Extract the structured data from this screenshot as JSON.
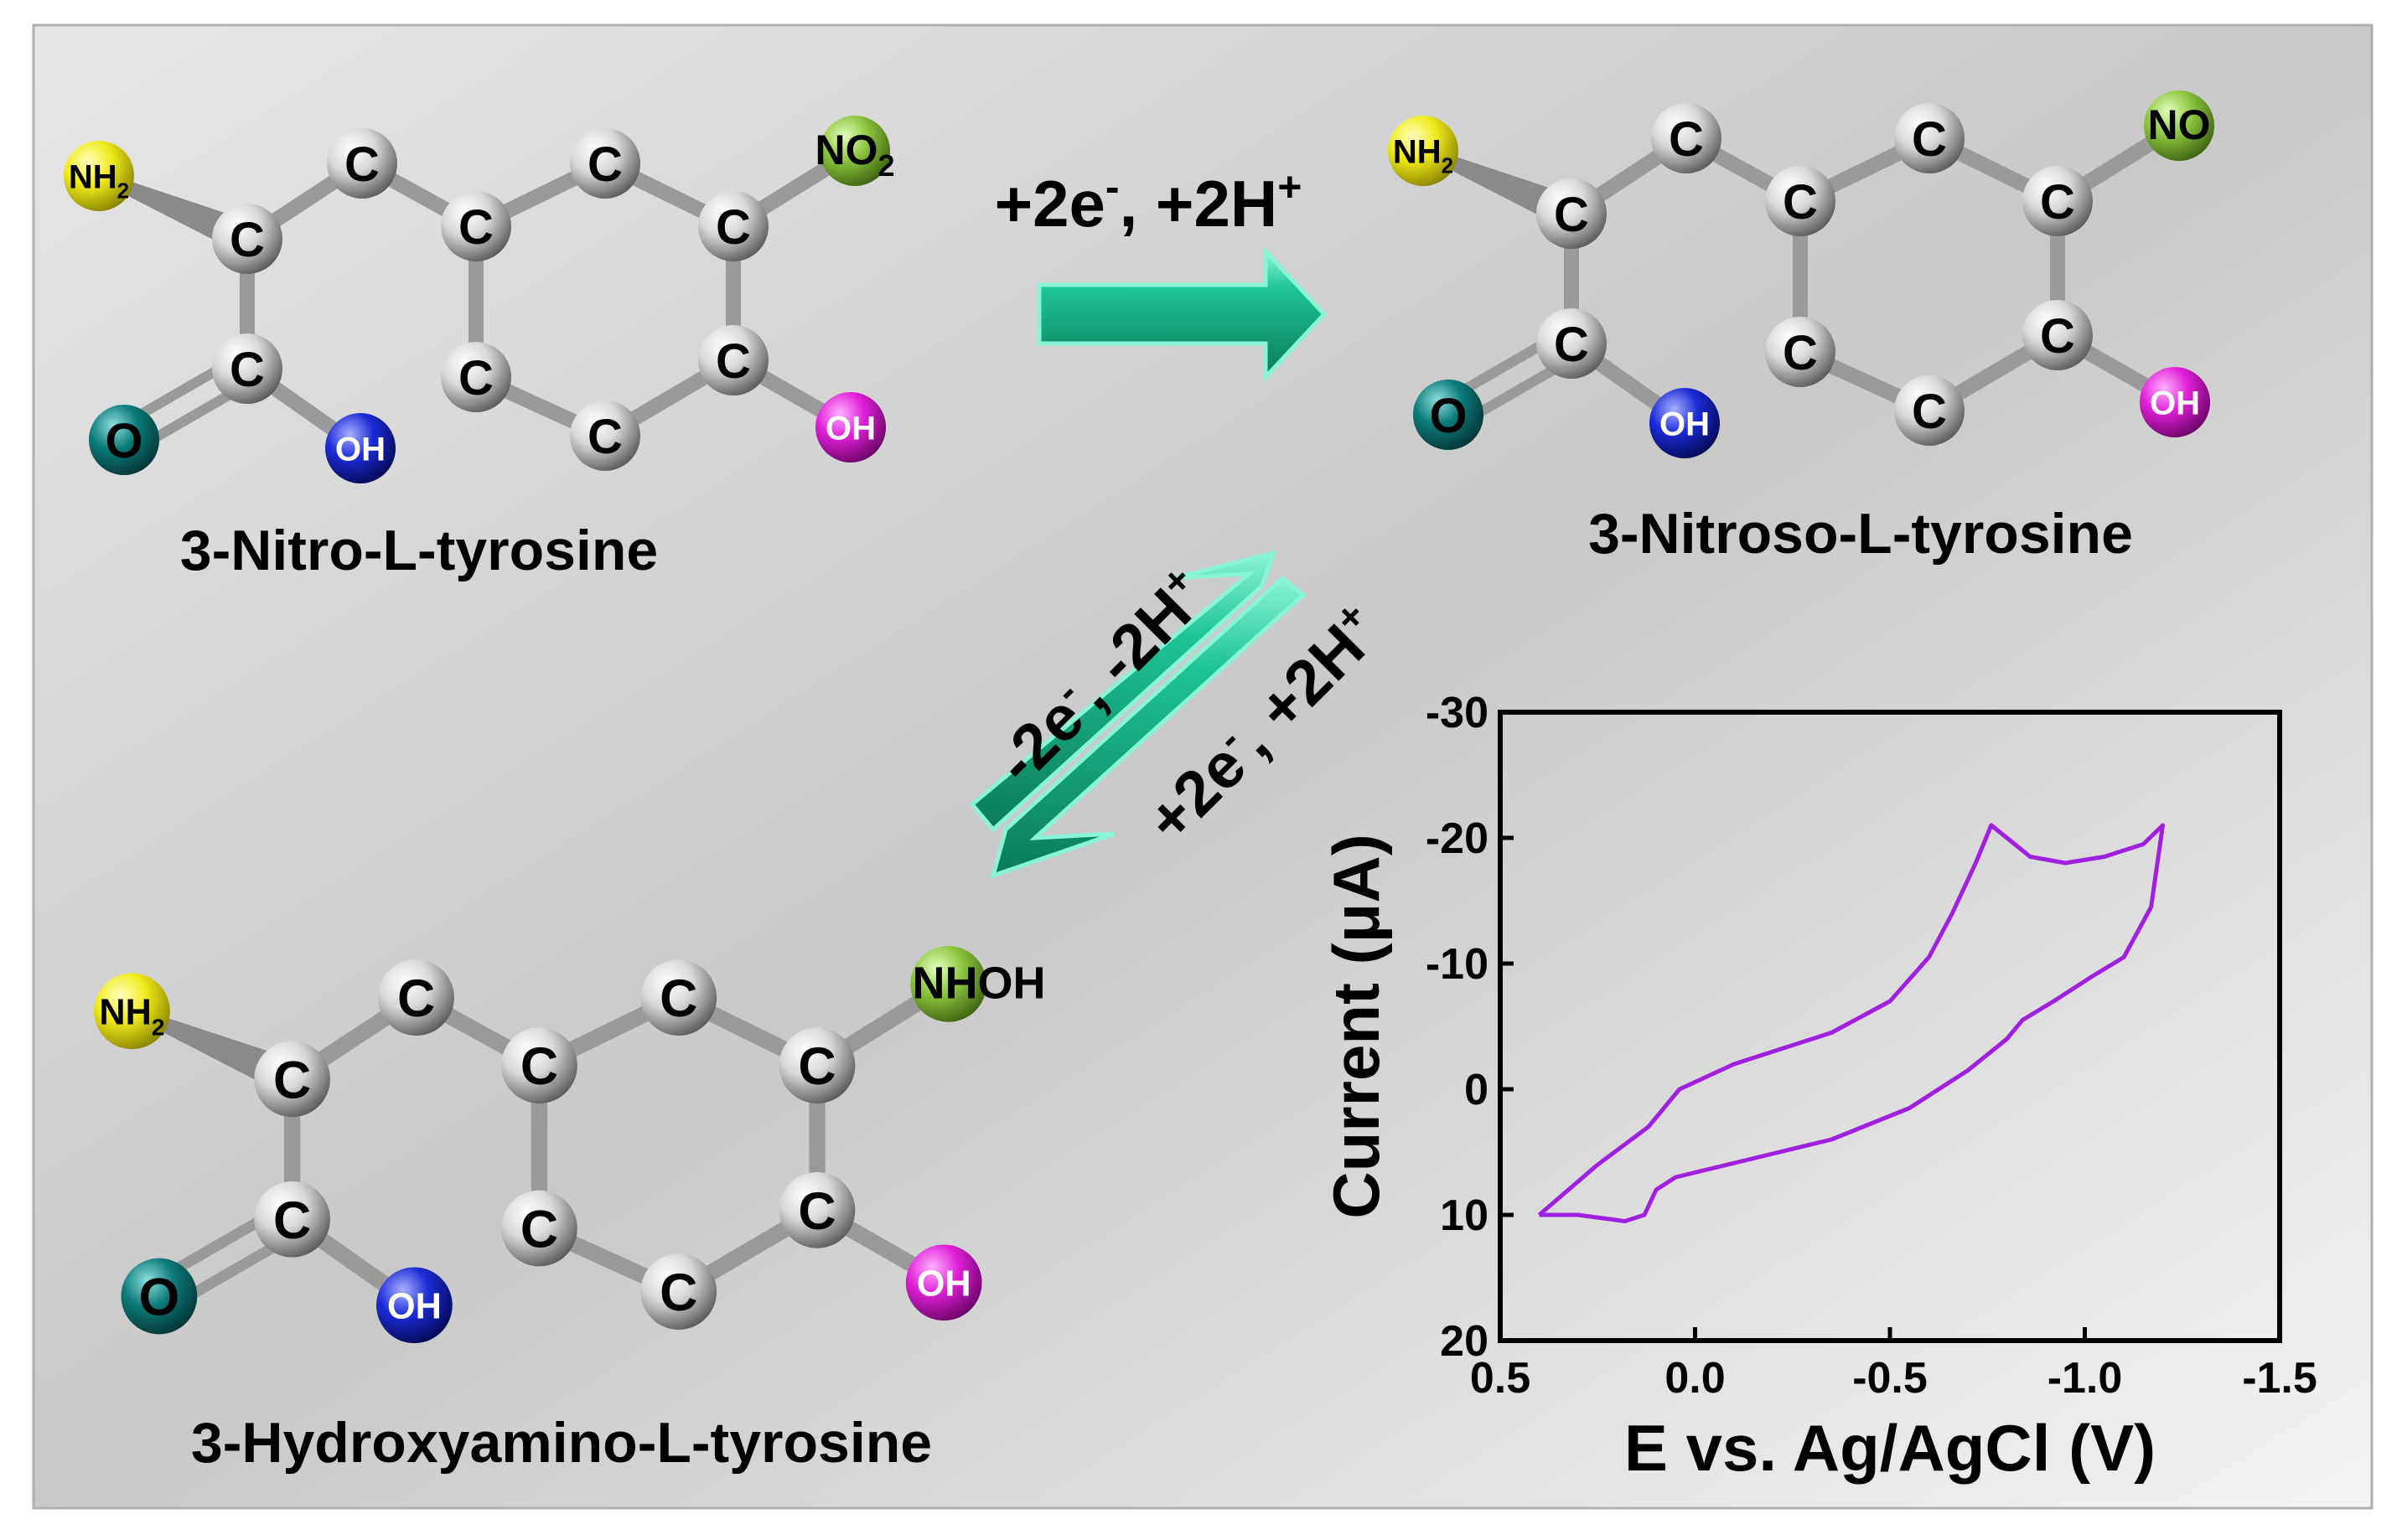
{
  "colors": {
    "carbon": "#d8d8d8",
    "nh2": "#f0ea1a",
    "nitro": "#8cc63f",
    "oxygen": "#0c7b7b",
    "hydroxyl_blue": "#1b2bd6",
    "hydroxyl_magenta": "#e020d8",
    "bond": "#9a9a9a",
    "arrow": "#14b48a",
    "cv_curve": "#a020e0"
  },
  "molecules": [
    {
      "name": "3-Nitro-L-tyrosine",
      "substituent": "NO",
      "substituent_sub": "2",
      "carbon_label": "C",
      "amine": "NH",
      "amine_sub": "2",
      "carbonyl_o": "O",
      "acid_oh": "OH",
      "phenol_oh": "OH"
    },
    {
      "name": "3-Nitroso-L-tyrosine",
      "substituent": "NO",
      "substituent_sub": "",
      "carbon_label": "C",
      "amine": "NH",
      "amine_sub": "2",
      "carbonyl_o": "O",
      "acid_oh": "OH",
      "phenol_oh": "OH"
    },
    {
      "name": "3-Hydroxyamino-L-tyrosine",
      "substituent": "NHOH",
      "substituent_sub": "",
      "carbon_label": "C",
      "amine": "NH",
      "amine_sub": "2",
      "carbonyl_o": "O",
      "acid_oh": "OH",
      "phenol_oh": "OH"
    }
  ],
  "reactions": {
    "top": {
      "text": "+2e",
      "sup1": "-",
      "mid": ", +2H",
      "sup2": "+"
    },
    "oxidation": {
      "text": "-2e",
      "sup1": "-",
      "mid": ", -2H",
      "sup2": "+"
    },
    "reduction": {
      "text": "+2e",
      "sup1": "-",
      "mid": ", +2H",
      "sup2": "+"
    }
  },
  "chart_data": {
    "type": "line",
    "xlabel": "E vs. Ag/AgCl (V)",
    "ylabel": "Current (μA)",
    "x_ticks": [
      "0.5",
      "0.0",
      "-0.5",
      "-1.0",
      "-1.5"
    ],
    "y_ticks": [
      "-30",
      "-20",
      "-10",
      "0",
      "10",
      "20"
    ],
    "xlim": [
      0.5,
      -1.5
    ],
    "ylim": [
      20,
      -30
    ],
    "x_axis_reversed": true,
    "y_axis_reversed": true,
    "series": [
      {
        "x": [
          0.4,
          0.25,
          0.12,
          0.04,
          -0.1,
          -0.35,
          -0.5,
          -0.6,
          -0.66,
          -0.72,
          -0.76,
          -0.8,
          -0.86,
          -0.95,
          -1.05,
          -1.15,
          -1.2,
          -1.17,
          -1.1,
          -1.02,
          -0.92,
          -0.84,
          -0.8,
          -0.7,
          -0.55,
          -0.35,
          -0.15,
          0.05,
          0.1,
          0.13,
          0.18,
          0.3,
          0.4
        ],
        "y": [
          10,
          6,
          3,
          0,
          -2,
          -4.5,
          -7,
          -10.5,
          -14,
          -18,
          -21,
          -20,
          -18.5,
          -18,
          -18.5,
          -19.5,
          -21,
          -14.5,
          -10.5,
          -9,
          -7,
          -5.5,
          -4,
          -1.5,
          1.5,
          4,
          5.5,
          7,
          8,
          10,
          10.5,
          10,
          10
        ]
      }
    ]
  }
}
